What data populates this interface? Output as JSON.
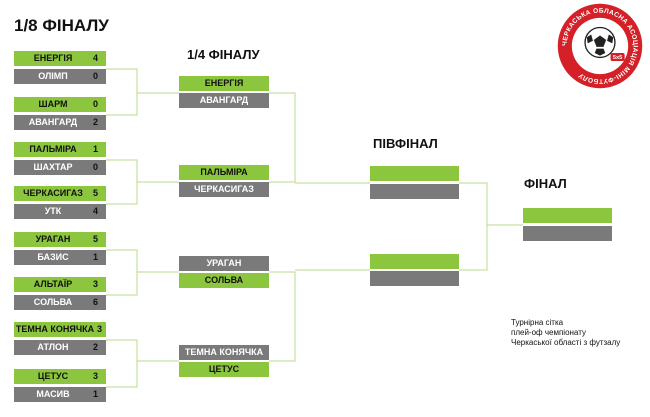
{
  "titles": {
    "round_of_16": "1/8 ФІНАЛУ",
    "quarterfinal": "1/4 ФІНАЛУ",
    "semifinal": "ПІВФІНАЛ",
    "final": "ФІНАЛ"
  },
  "round_of_16": [
    {
      "top": {
        "team": "ЕНЕРГІЯ",
        "score": "4"
      },
      "bottom": {
        "team": "ОЛІМП",
        "score": "0"
      }
    },
    {
      "top": {
        "team": "ШАРМ",
        "score": "0"
      },
      "bottom": {
        "team": "АВАНГАРД",
        "score": "2"
      }
    },
    {
      "top": {
        "team": "ПАЛЬМІРА",
        "score": "1"
      },
      "bottom": {
        "team": "ШАХТАР",
        "score": "0"
      }
    },
    {
      "top": {
        "team": "ЧЕРКАСИГАЗ",
        "score": "5"
      },
      "bottom": {
        "team": "УТК",
        "score": "4"
      }
    },
    {
      "top": {
        "team": "УРАГАН",
        "score": "5"
      },
      "bottom": {
        "team": "БАЗИС",
        "score": "1"
      }
    },
    {
      "top": {
        "team": "АЛЬТАЇР",
        "score": "3"
      },
      "bottom": {
        "team": "СОЛЬВА",
        "score": "6"
      }
    },
    {
      "top": {
        "team": "ТЕМНА КОНЯЧКА",
        "score": "3"
      },
      "bottom": {
        "team": "АТЛОН",
        "score": "2"
      }
    },
    {
      "top": {
        "team": "ЦЕТУС",
        "score": "3"
      },
      "bottom": {
        "team": "МАСИВ",
        "score": "1"
      }
    }
  ],
  "quarterfinal": [
    {
      "top": "ЕНЕРГІЯ",
      "bottom": "АВАНГАРД"
    },
    {
      "top": "ПАЛЬМІРА",
      "bottom": "ЧЕРКАСИГАЗ"
    },
    {
      "top": "УРАГАН",
      "bottom": "СОЛЬВА"
    },
    {
      "top": "ТЕМНА КОНЯЧКА",
      "bottom": "ЦЕТУС"
    }
  ],
  "semifinal": [
    {
      "top": "",
      "bottom": ""
    },
    {
      "top": "",
      "bottom": ""
    }
  ],
  "final": {
    "top": "",
    "bottom": ""
  },
  "note": [
    "Турнірна сітка",
    "плей-оф чемпіонату",
    "Черкаської області з футзалу"
  ],
  "logo": {
    "ring_text": "ЧЕРКАСЬКА ОБЛАСНА АСОЦІАЦІЯ МІНІ-ФУТБОЛУ",
    "badge": "5x5",
    "ring_color": "#d42027",
    "icon": "soccer-ball-icon"
  },
  "colors": {
    "winner_fill": "#8cc63f",
    "loser_fill": "#7a7a7a",
    "line": "#b8d98a"
  }
}
